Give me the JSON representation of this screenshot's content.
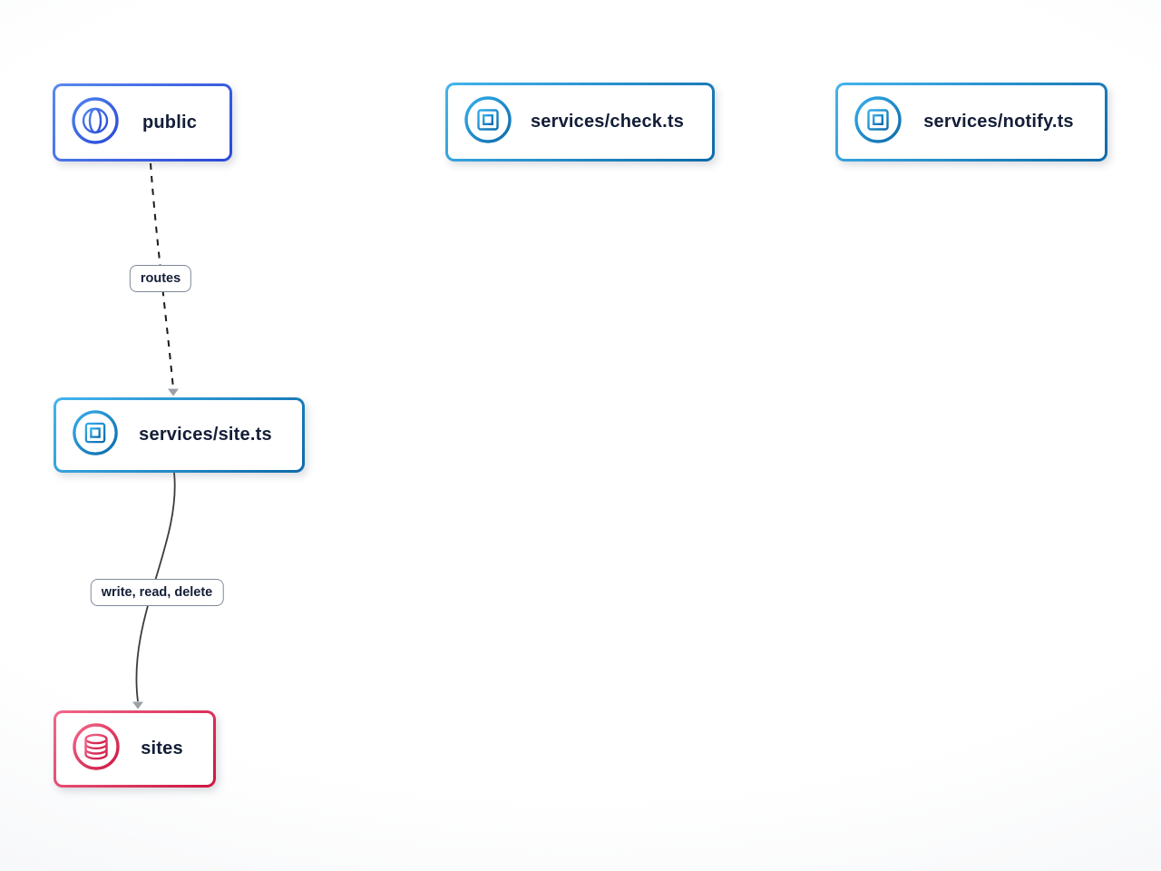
{
  "diagram": {
    "nodes": [
      {
        "id": "public",
        "label": "public",
        "icon": "globe-icon",
        "kind": "gateway"
      },
      {
        "id": "services-check",
        "label": "services/check.ts",
        "icon": "chip-icon",
        "kind": "service"
      },
      {
        "id": "services-notify",
        "label": "services/notify.ts",
        "icon": "chip-icon",
        "kind": "service"
      },
      {
        "id": "services-site",
        "label": "services/site.ts",
        "icon": "chip-icon",
        "kind": "service"
      },
      {
        "id": "sites",
        "label": "sites",
        "icon": "database-icon",
        "kind": "database"
      }
    ],
    "edges": [
      {
        "from": "public",
        "to": "services-site",
        "label": "routes",
        "style": "dashed"
      },
      {
        "from": "services-site",
        "to": "sites",
        "label": "write, read, delete",
        "style": "solid"
      }
    ],
    "colors": {
      "gateway_accent_from": "#5a88f0",
      "gateway_accent_to": "#2a49d6",
      "service_accent_from": "#44b4ee",
      "service_accent_to": "#0d6aa9",
      "database_accent_from": "#f2688a",
      "database_accent_to": "#cd1543",
      "node_text": "#141e38",
      "edge_dashed": "#1b1b1b",
      "edge_solid": "#3c3c3c",
      "arrowhead": "#9aa0a6",
      "label_border": "#7f899b",
      "background": "#ffffff"
    }
  }
}
